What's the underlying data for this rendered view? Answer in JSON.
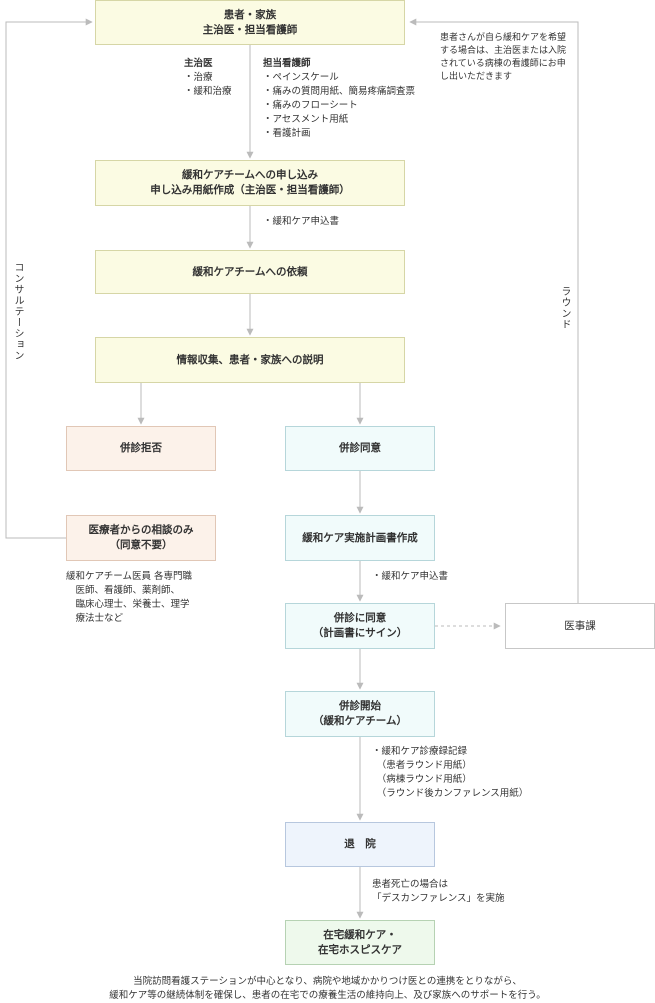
{
  "boxes": {
    "patient": [
      "患者・家族",
      "主治医・担当看護師"
    ],
    "apply": [
      "緩和ケアチームへの申し込み",
      "申し込み用紙作成（主治医・担当看護師）"
    ],
    "request": [
      "緩和ケアチームへの依頼"
    ],
    "info": [
      "情報収集、患者・家族への説明"
    ],
    "refuse": [
      "併診拒否"
    ],
    "agree": [
      "併診同意"
    ],
    "consult_only": [
      "医療者からの相談のみ",
      "（同意不要）"
    ],
    "plan": [
      "緩和ケア実施計画書作成"
    ],
    "sign": [
      "併診に同意",
      "（計画書にサイン）"
    ],
    "medical_affairs": [
      "医事課"
    ],
    "start": [
      "併診開始",
      "（緩和ケアチーム）"
    ],
    "discharge": [
      "退　院"
    ],
    "home": [
      "在宅緩和ケア・",
      "在宅ホスピスケア"
    ]
  },
  "notes": {
    "doctor": [
      "主治医",
      "・治療",
      "・緩和治療"
    ],
    "nurse": [
      "担当看護師",
      "・ペインスケール",
      "・痛みの質問用紙、簡易疼痛調査票",
      "・痛みのフローシート",
      "・アセスメント用紙",
      "・看護計画"
    ],
    "form1": [
      "・緩和ケア申込書"
    ],
    "form2": [
      "・緩和ケア申込書"
    ],
    "patient_request": [
      "患者さんが自ら緩和ケアを希望",
      "する場合は、主治医または入院",
      "されている病棟の看護師にお申",
      "し出いただきます"
    ],
    "team": [
      "緩和ケアチーム医員 各専門職",
      "　医師、看護師、薬剤師、",
      "　臨床心理士、栄養士、理学",
      "　療法士など"
    ],
    "records": [
      "・緩和ケア診療録記録",
      "　（患者ラウンド用紙）",
      "　（病棟ラウンド用紙）",
      "　（ラウンド後カンファレンス用紙）"
    ],
    "death": [
      "患者死亡の場合は",
      "「デスカンファレンス」を実施"
    ]
  },
  "side_labels": {
    "consultation": "コンサルテーション",
    "round": "ラウンド"
  },
  "footer": [
    "当院訪問看護ステーションが中心となり、病院や地域かかりつけ医との連携をとりながら、",
    "緩和ケア等の継続体制を確保し、患者の在宅での療養生活の維持向上、及び家族へのサポートを行う。"
  ]
}
